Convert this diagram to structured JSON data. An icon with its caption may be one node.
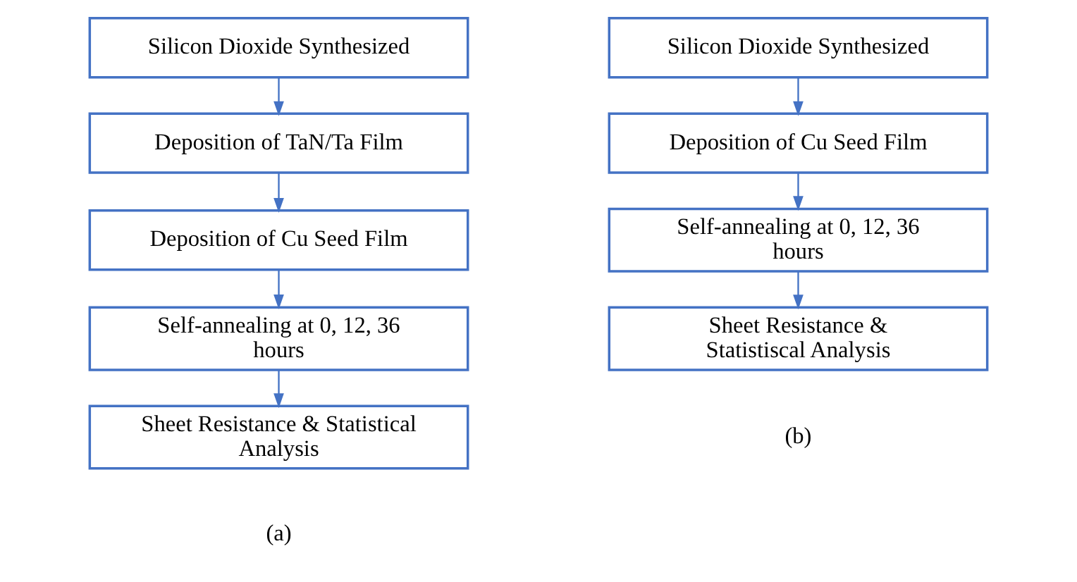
{
  "diagram": {
    "nodes": [
      {
        "text": [
          "Silicon Dioxide Synthesized"
        ]
      },
      {
        "text": [
          "Deposition of TaN/Ta Film"
        ]
      },
      {
        "text": [
          "Deposition of Cu Seed Film"
        ]
      },
      {
        "text": [
          "Self-annealing at 0, 12, 36 hours"
        ]
      },
      {
        "text": [
          "Sheet Resistance & Statistical Analysis"
        ]
      },
      {
        "text": [
          "Silicon Dioxide Synthesized"
        ]
      },
      {
        "text": [
          "Deposition of Cu Seed Film"
        ]
      },
      {
        "text": [
          "Self-annealing at 0, 12, 36 hours"
        ]
      },
      {
        "text": [
          "Sheet Resistance & Statistiscal Analysis"
        ]
      }
    ],
    "edges": [
      {
        "from": 0,
        "to": 1,
        "arrow": "to"
      },
      {
        "from": 1,
        "to": 2,
        "arrow": "to"
      },
      {
        "from": 2,
        "to": 3,
        "arrow": "to"
      },
      {
        "from": 3,
        "to": 4,
        "arrow": "to"
      },
      {
        "from": 5,
        "to": 6,
        "arrow": "to"
      },
      {
        "from": 6,
        "to": 7,
        "arrow": "to"
      },
      {
        "from": 7,
        "to": 8,
        "arrow": "to"
      }
    ],
    "labels": [
      "(a)",
      "(b)"
    ]
  }
}
